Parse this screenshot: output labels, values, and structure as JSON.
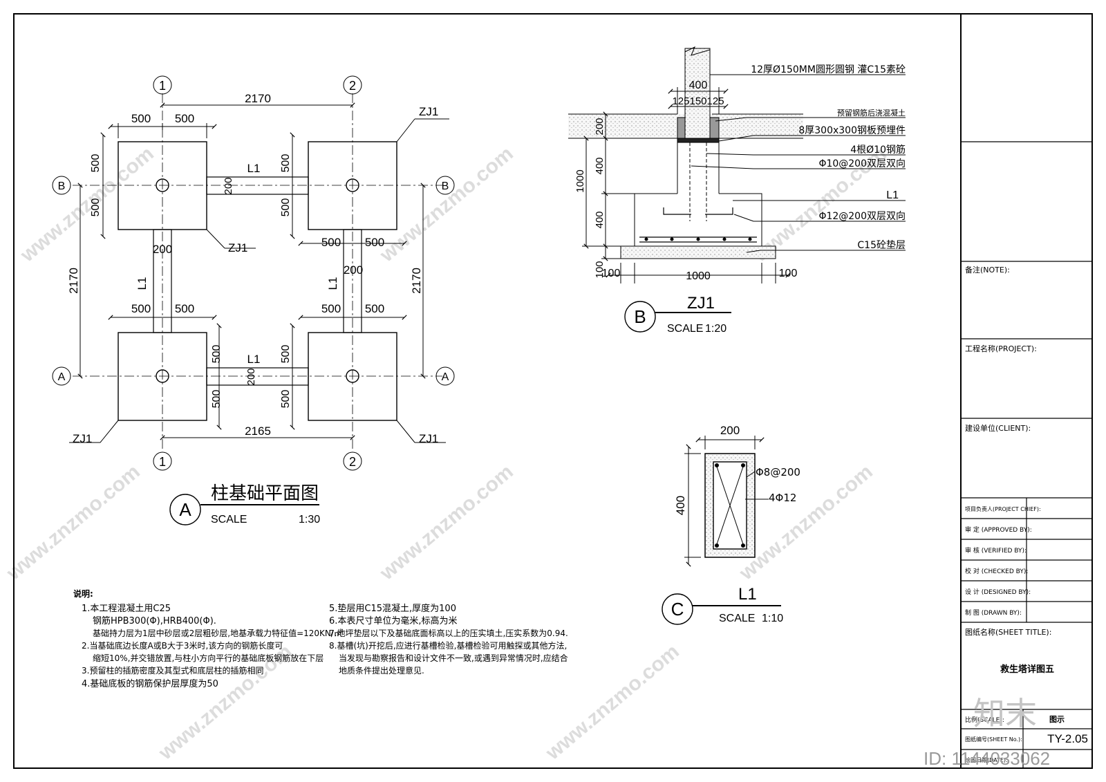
{
  "plan": {
    "axis_1": "1",
    "axis_2": "2",
    "axis_a": "A",
    "axis_b": "B",
    "dim_2170": "2170",
    "dim_2165": "2165",
    "dim_500": "500",
    "dim_200": "200",
    "zj1": "ZJ1",
    "l1": "L1",
    "view_mark": "A",
    "view_title": "柱基础平面图",
    "scale_label": "SCALE",
    "scale_value": "1:30"
  },
  "section_b": {
    "view_mark": "B",
    "view_title": "ZJ1",
    "scale_label": "SCALE",
    "scale_value": "1:20",
    "dims": {
      "d400": "400",
      "d125150125": "125150125",
      "d200": "200",
      "d1000v": "1000",
      "d400a": "400",
      "d400b": "400",
      "d100v": "100",
      "d100l": "100",
      "d1000h": "1000",
      "d100r": "100"
    },
    "notes": [
      "12厚Ø150MM圆形圆钢 灌C15素砼",
      "预留钢筋后浇混凝土",
      "8厚300x300钢板预埋件",
      "4根Ø10钢筋",
      "Φ10@200双层双向",
      "L1",
      "Φ12@200双层双向",
      "C15砼垫层"
    ]
  },
  "section_c": {
    "view_mark": "C",
    "view_title": "L1",
    "scale_label": "SCALE",
    "scale_value": "1:10",
    "width": "200",
    "height": "400",
    "stirrup": "Φ8@200",
    "bars": "4Φ12"
  },
  "notes": {
    "heading": "说明:",
    "left": [
      "1.本工程混凝土用C25",
      "钢筋HPB300(Φ),HRB400(Φ).",
      "基础持力层为1层中砂层或2层粗砂层,地基承载力特征值=120KN/㎡",
      "2.当基础底边长度A或B大于3米时,该方向的钢筋长度可",
      "缩短10%,并交错放置,与柱小方向平行的基础底板钢筋放在下层",
      "3.预留柱的插筋密度及其型式和底层柱的插筋相同",
      "4.基础底板的钢筋保护层厚度为50"
    ],
    "right": [
      "5.垫层用C15混凝土,厚度为100",
      "6.本表尺寸单位为毫米,标高为米",
      "7.地坪垫层以下及基础底面标高以上的压实填土,压实系数为0.94.",
      "8.基槽(坑)开挖后,应进行基槽检验,基槽检验可用触探或其他方法,",
      "当发现与勘察报告和设计文件不一致,或遇到异常情况时,应结合",
      "地质条件提出处理意见."
    ]
  },
  "title_block": {
    "note_label": "备注(NOTE):",
    "project_label": "工程名称(PROJECT):",
    "client_label": "建设单位(CLIENT):",
    "rows": [
      "项目负责人(PROJECT CHIEF):",
      "审 定 (APPROVED BY):",
      "审 核 (VERIFIED BY):",
      "校 对 (CHECKED BY):",
      "设 计 (DESIGNED BY):",
      "制 图 (DRAWN BY):"
    ],
    "sheet_title_label": "图纸名称(SHEET TITLE):",
    "sheet_title": "救生塔详图五",
    "scale_label": "比例(SCALE):",
    "scale_value": "图示",
    "sheet_no_label": "图纸编号(SHEET No.):",
    "sheet_no": "TY-2.05",
    "date_label": "绘图日期(DATE):"
  },
  "watermark": {
    "brand": "知末",
    "id_text": "ID: 1144033062",
    "site": "www.znzmo.com"
  }
}
